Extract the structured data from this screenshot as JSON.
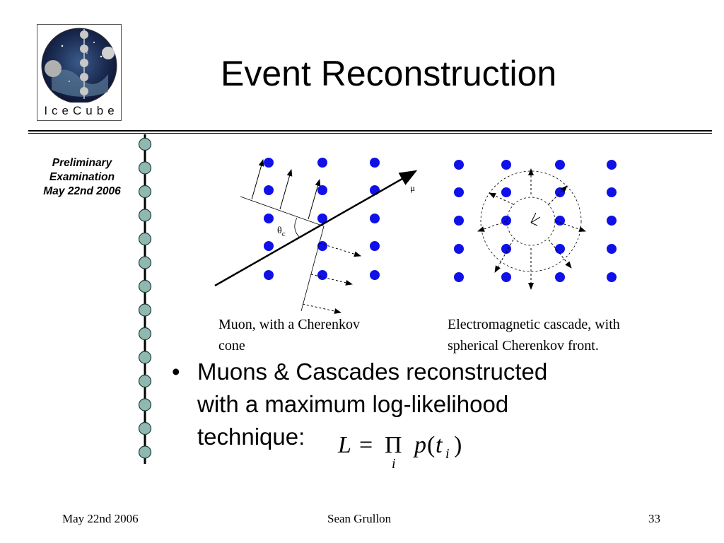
{
  "logo": {
    "text": "IceCube"
  },
  "title": "Event Reconstruction",
  "sidebar": {
    "lines": [
      "Preliminary",
      "Examination",
      "May 22nd 2006"
    ]
  },
  "diagrams": {
    "muon": {
      "track_label": "μ",
      "angle_label_symbol": "θ",
      "angle_label_sub": "c",
      "caption_lines": [
        "Muon, with a Cherenkov",
        "cone"
      ]
    },
    "cascade": {
      "caption_lines": [
        "Electromagnetic cascade, with",
        "spherical Cherenkov front."
      ]
    }
  },
  "bullet": {
    "symbol": "•",
    "lines": [
      "Muons & Cascades reconstructed",
      "with a maximum log-likelihood",
      "technique:"
    ]
  },
  "formula": {
    "lhs": "L",
    "equals": "=",
    "product": "Π",
    "index": "i",
    "func": "p",
    "arg": "t",
    "arg_sub": "i"
  },
  "footer": {
    "date": "May 22nd 2006",
    "author": "Sean Grullon",
    "page": "33"
  },
  "colors": {
    "dom_blue": "#1010e8",
    "string_teal": "#8fb8b0",
    "text": "#000000"
  }
}
